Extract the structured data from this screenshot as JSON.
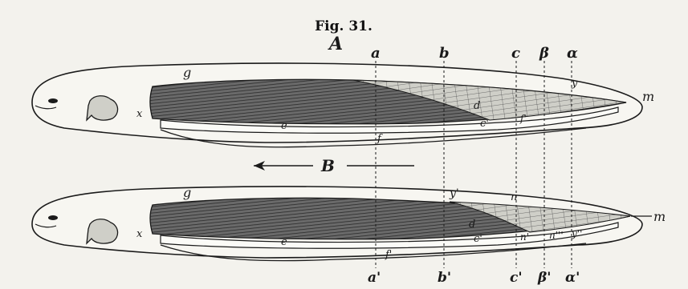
{
  "caption": "Fig. 31.",
  "upper_label": "A",
  "arrow_label": "B",
  "section_labels_top": [
    "a",
    "b",
    "c",
    "β",
    "α"
  ],
  "section_labels_bottom": [
    "a'",
    "b'",
    "c'",
    "β'",
    "α'"
  ],
  "upper_fish": {
    "labels": {
      "g": "g",
      "x": "x",
      "e": "e",
      "f": "f",
      "c": "c'",
      "m": "m",
      "y": "y",
      "d": "d",
      "f2": "f'"
    }
  },
  "lower_fish": {
    "labels": {
      "g": "g",
      "y": "y'",
      "n": "n",
      "d": "d",
      "c": "c'",
      "x": "x",
      "e": "e",
      "f": "f'",
      "m": "m",
      "n2": "n'",
      "y2": "y''",
      "n3": "n'''"
    }
  },
  "colors": {
    "ink": "#1a1a1a",
    "paper": "#f3f2ed",
    "muscle": "#3a3a3a"
  }
}
